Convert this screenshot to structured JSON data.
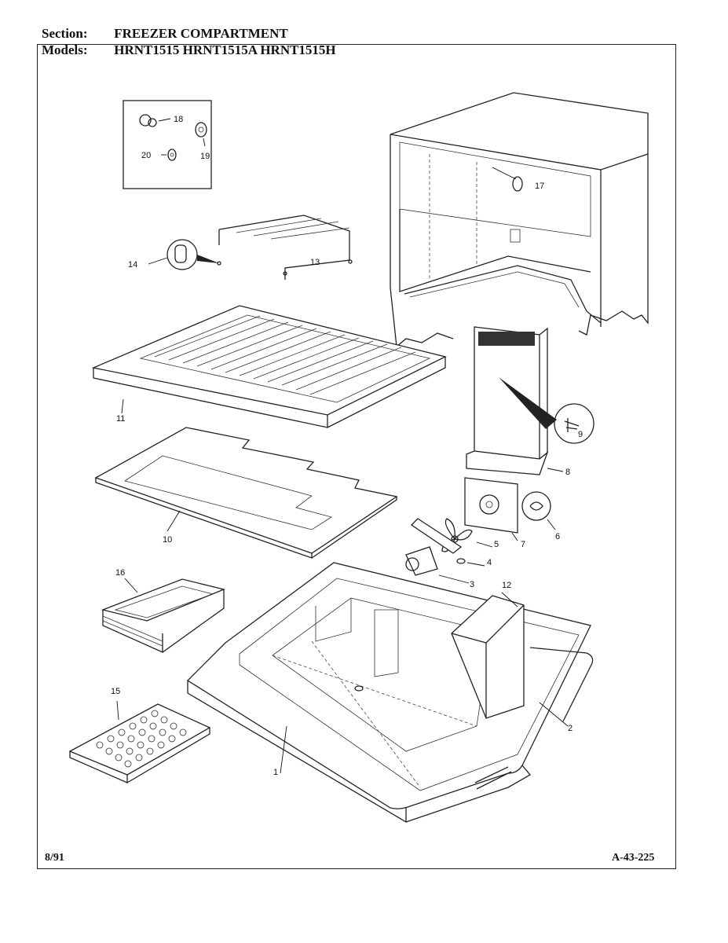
{
  "header": {
    "section_label": "Section:",
    "section_value": "FREEZER COMPARTMENT",
    "models_label": "Models:",
    "models_value": "HRNT1515  HRNT1515A  HRNT1515H"
  },
  "footer": {
    "date": "8/91",
    "page_code": "A-43-225"
  },
  "callouts": [
    "1",
    "2",
    "3",
    "4",
    "5",
    "6",
    "7",
    "8",
    "9",
    "10",
    "11",
    "12",
    "13",
    "14",
    "15",
    "16",
    "17",
    "18",
    "19",
    "20"
  ]
}
